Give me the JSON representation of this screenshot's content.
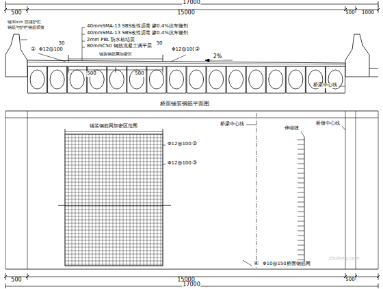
{
  "diagram": {
    "title": "桥面铺装钢筋平面图",
    "labels": [
      "17000",
      "500",
      "15000",
      "500",
      "1000",
      "40mmSMA-13 SBS改性沥青 掺0.4%抗车辙剂",
      "40mmSMA-13 SBS改性沥青 掺0.4%抗车辙剂",
      "2mm PBL 防水粘结层",
      "80mmC50 钢筋混凝土调平层",
      "铺30cm 防撞护栏",
      "钢筋与护栏钢筋焊接",
      "①",
      "Φ12@100",
      "30",
      "30",
      "铺装钢筋网加密区",
      "Φ12@100",
      "②",
      "2%",
      "500",
      "500",
      "桥梁中心线",
      "铺装钢筋网加密区范围",
      "Φ12@100",
      "②",
      "Φ12@100",
      "③",
      "桥梁中心线",
      "伸缩缝",
      "桥墩中心线",
      "④",
      "Φ10@150",
      "桥面钢筋网",
      "500",
      "15000",
      "500",
      "17000",
      "zhulong.com"
    ]
  }
}
